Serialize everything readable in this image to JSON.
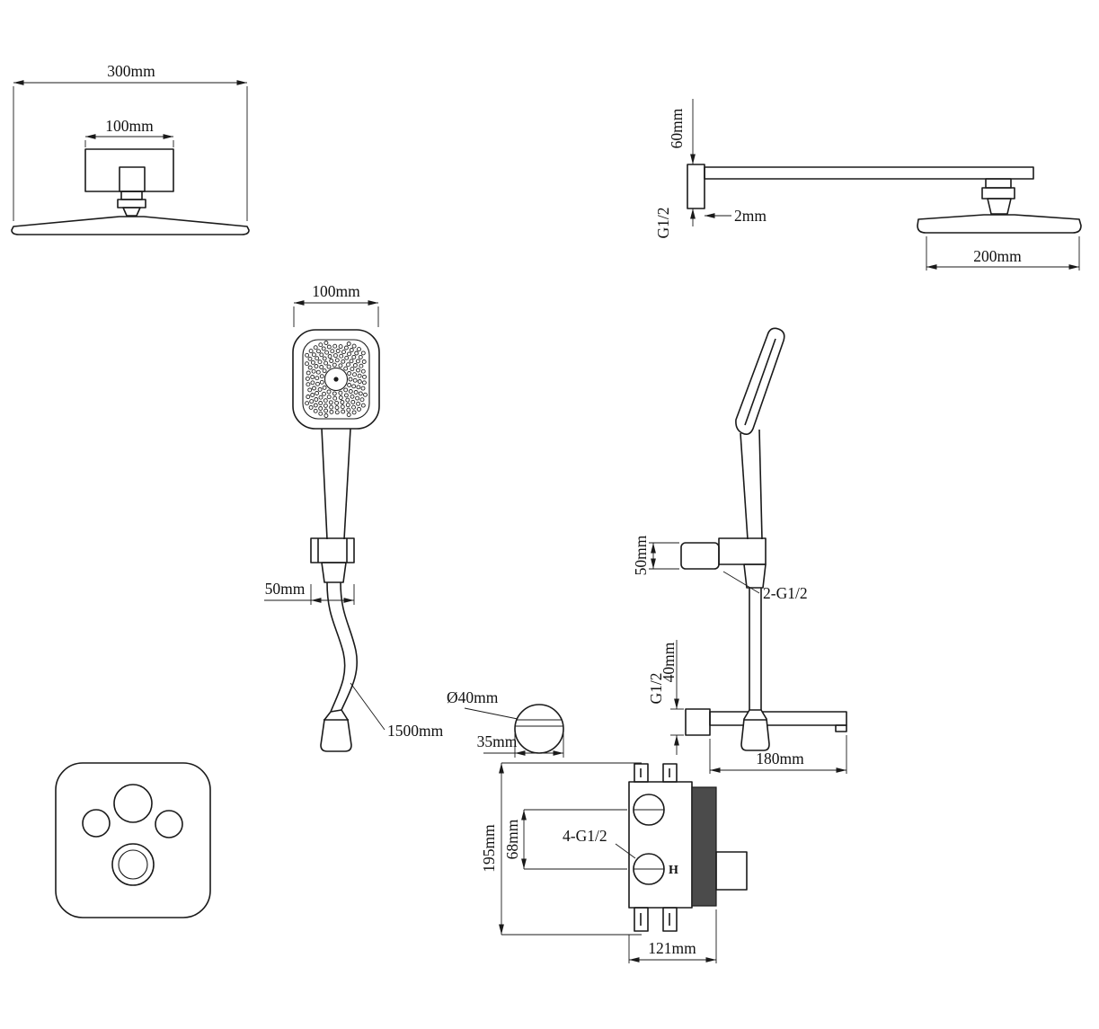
{
  "drawing": {
    "ink": "#1a1a1a",
    "background": "#ffffff",
    "views": {
      "rain_shower_front": {
        "dim_overall": "300mm",
        "dim_mount": "100mm"
      },
      "rain_shower_side": {
        "dim_plate": "60mm",
        "thread": "G1/2",
        "dim_thickness": "2mm",
        "dim_head": "200mm"
      },
      "hand_shower_front": {
        "dim_head": "100mm",
        "dim_holder": "50mm",
        "dim_hose": "1500mm"
      },
      "hand_shower_side": {
        "dim_bracket": "50mm",
        "thread_pair": "2-G1/2",
        "thread_elbow": "G1/2",
        "dim_elbow": "40mm",
        "dim_spout": "180mm"
      },
      "elbow_detail": {
        "dim_diameter": "Ø40mm",
        "dim_width": "35mm"
      },
      "valve": {
        "dim_height": "195mm",
        "dim_port_spacing": "68mm",
        "thread_ports": "4-G1/2",
        "dim_width": "121mm",
        "hot_marking": "H"
      }
    }
  }
}
